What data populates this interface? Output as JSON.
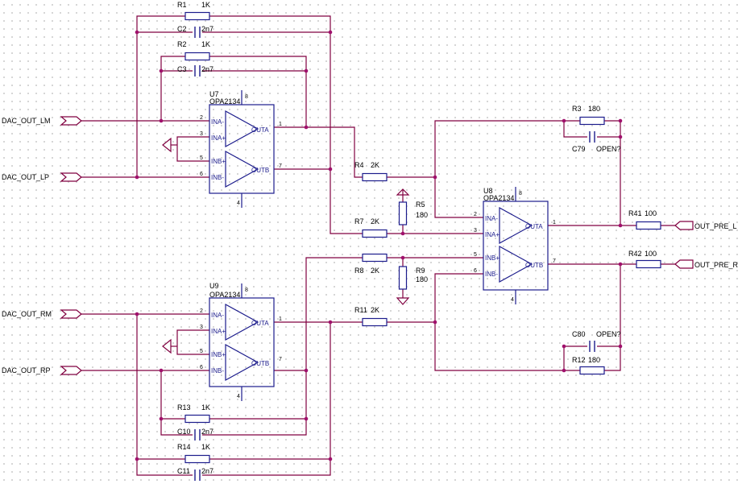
{
  "ports": {
    "dac_out_lm": "DAC_OUT_LM",
    "dac_out_lp": "DAC_OUT_LP",
    "dac_out_rm": "DAC_OUT_RM",
    "dac_out_rp": "DAC_OUT_RP",
    "out_pre_l": "OUT_PRE_L",
    "out_pre_r": "OUT_PRE_R"
  },
  "ics": {
    "u7": {
      "ref": "U7",
      "part": "OPA2134"
    },
    "u8": {
      "ref": "U8",
      "part": "OPA2134"
    },
    "u9": {
      "ref": "U9",
      "part": "OPA2134"
    }
  },
  "pin_labels": {
    "ina_m": "INA-",
    "ina_p": "INA+",
    "inb_p": "INB+",
    "inb_m": "INB-",
    "outa": "OUTA",
    "outb": "OUTB"
  },
  "pins": {
    "p1": "1",
    "p2": "2",
    "p3": "3",
    "p4": "4",
    "p5": "5",
    "p6": "6",
    "p7": "7",
    "p8": "8"
  },
  "components": {
    "r1": {
      "ref": "R1",
      "value": "1K"
    },
    "c2": {
      "ref": "C2",
      "value": "2n7"
    },
    "r2": {
      "ref": "R2",
      "value": "1K"
    },
    "c3": {
      "ref": "C3",
      "value": "2n7"
    },
    "r3": {
      "ref": "R3",
      "value": "180"
    },
    "c79": {
      "ref": "C79",
      "value": "OPEN?"
    },
    "r4": {
      "ref": "R4",
      "value": "2K"
    },
    "r5": {
      "ref": "R5",
      "value": "180"
    },
    "r7": {
      "ref": "R7",
      "value": "2K"
    },
    "r41": {
      "ref": "R41",
      "value": "100"
    },
    "r42": {
      "ref": "R42",
      "value": "100"
    },
    "r8": {
      "ref": "R8",
      "value": "2K"
    },
    "r9": {
      "ref": "R9",
      "value": "180"
    },
    "r11": {
      "ref": "R11",
      "value": "2K"
    },
    "c80": {
      "ref": "C80",
      "value": "OPEN?"
    },
    "r12": {
      "ref": "R12",
      "value": "180"
    },
    "r13": {
      "ref": "R13",
      "value": "1K"
    },
    "c10": {
      "ref": "C10",
      "value": "2n7"
    },
    "r14": {
      "ref": "R14",
      "value": "1K"
    },
    "c11": {
      "ref": "C11",
      "value": "2n7"
    }
  },
  "colors": {
    "wire": "#800040",
    "symbol": "#1c1c8c",
    "junction": "#a0106c",
    "grid": "#c8c8c8"
  }
}
